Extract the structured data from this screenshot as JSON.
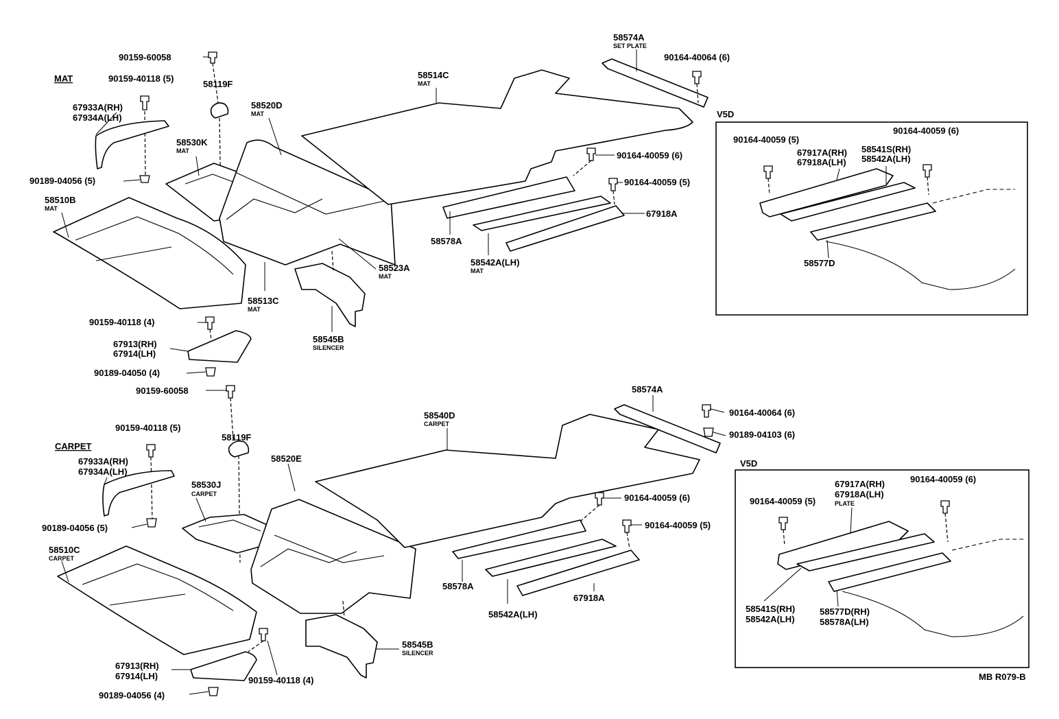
{
  "diagram_id": "MB R079-B",
  "mat_section": {
    "title": "MAT",
    "labels": {
      "p90159_60058": "90159-60058",
      "p90159_40118_5": "90159-40118 (5)",
      "p58119F": "58119F",
      "p67933A": "67933A(RH)",
      "p67934A": "67934A(LH)",
      "p90189_04056_5": "90189-04056 (5)",
      "p58530K": "58530K",
      "p58530K_sub": "MAT",
      "p58520D": "58520D",
      "p58520D_sub": "MAT",
      "p58510B": "58510B",
      "p58510B_sub": "MAT",
      "p58514C": "58514C",
      "p58514C_sub": "MAT",
      "p58574A": "58574A",
      "p58574A_sub": "SET PLATE",
      "p90164_40064_6": "90164-40064 (6)",
      "p90164_40059_6": "90164-40059 (6)",
      "p90164_40059_5": "90164-40059 (5)",
      "p67918A": "67918A",
      "p58578A": "58578A",
      "p58542A": "58542A(LH)",
      "p58542A_sub": "MAT",
      "p58523A": "58523A",
      "p58523A_sub": "MAT",
      "p58513C": "58513C",
      "p58513C_sub": "MAT",
      "p58545B": "58545B",
      "p58545B_sub": "SILENCER",
      "p90159_40118_4": "90159-40118 (4)",
      "p67913": "67913(RH)",
      "p67914": "67914(LH)",
      "p90189_04050_4": "90189-04050 (4)"
    },
    "v5d": {
      "title": "V5D",
      "p90164_40059_5": "90164-40059 (5)",
      "p90164_40059_6": "90164-40059 (6)",
      "p67917A": "67917A(RH)",
      "p67918A": "67918A(LH)",
      "p58541S": "58541S(RH)",
      "p58542A": "58542A(LH)",
      "p58577D": "58577D"
    }
  },
  "carpet_section": {
    "title": "CARPET",
    "labels": {
      "p90159_60058": "90159-60058",
      "p90159_40118_5": "90159-40118 (5)",
      "p58119F": "58119F",
      "p67933A": "67933A(RH)",
      "p67934A": "67934A(LH)",
      "p90189_04056_5": "90189-04056 (5)",
      "p58530J": "58530J",
      "p58530J_sub": "CARPET",
      "p58520E": "58520E",
      "p58510C": "58510C",
      "p58510C_sub": "CARPET",
      "p58540D": "58540D",
      "p58540D_sub": "CARPET",
      "p58574A": "58574A",
      "p90164_40064_6": "90164-40064 (6)",
      "p90189_04103_6": "90189-04103 (6)",
      "p90164_40059_6": "90164-40059 (6)",
      "p90164_40059_5": "90164-40059 (5)",
      "p58578A": "58578A",
      "p58542A": "58542A(LH)",
      "p67918A": "67918A",
      "p58545B": "58545B",
      "p58545B_sub": "SILENCER",
      "p67913": "67913(RH)",
      "p67914": "67914(LH)",
      "p90159_40118_4": "90159-40118 (4)",
      "p90189_04056_4": "90189-04056 (4)"
    },
    "v5d": {
      "title": "V5D",
      "p67917A": "67917A(RH)",
      "p67918A": "67918A(LH)",
      "p67918A_sub": "PLATE",
      "p90164_40059_5": "90164-40059 (5)",
      "p90164_40059_6": "90164-40059 (6)",
      "p58541S": "58541S(RH)",
      "p58542A": "58542A(LH)",
      "p58577D": "58577D(RH)",
      "p58578A": "58578A(LH)"
    }
  }
}
